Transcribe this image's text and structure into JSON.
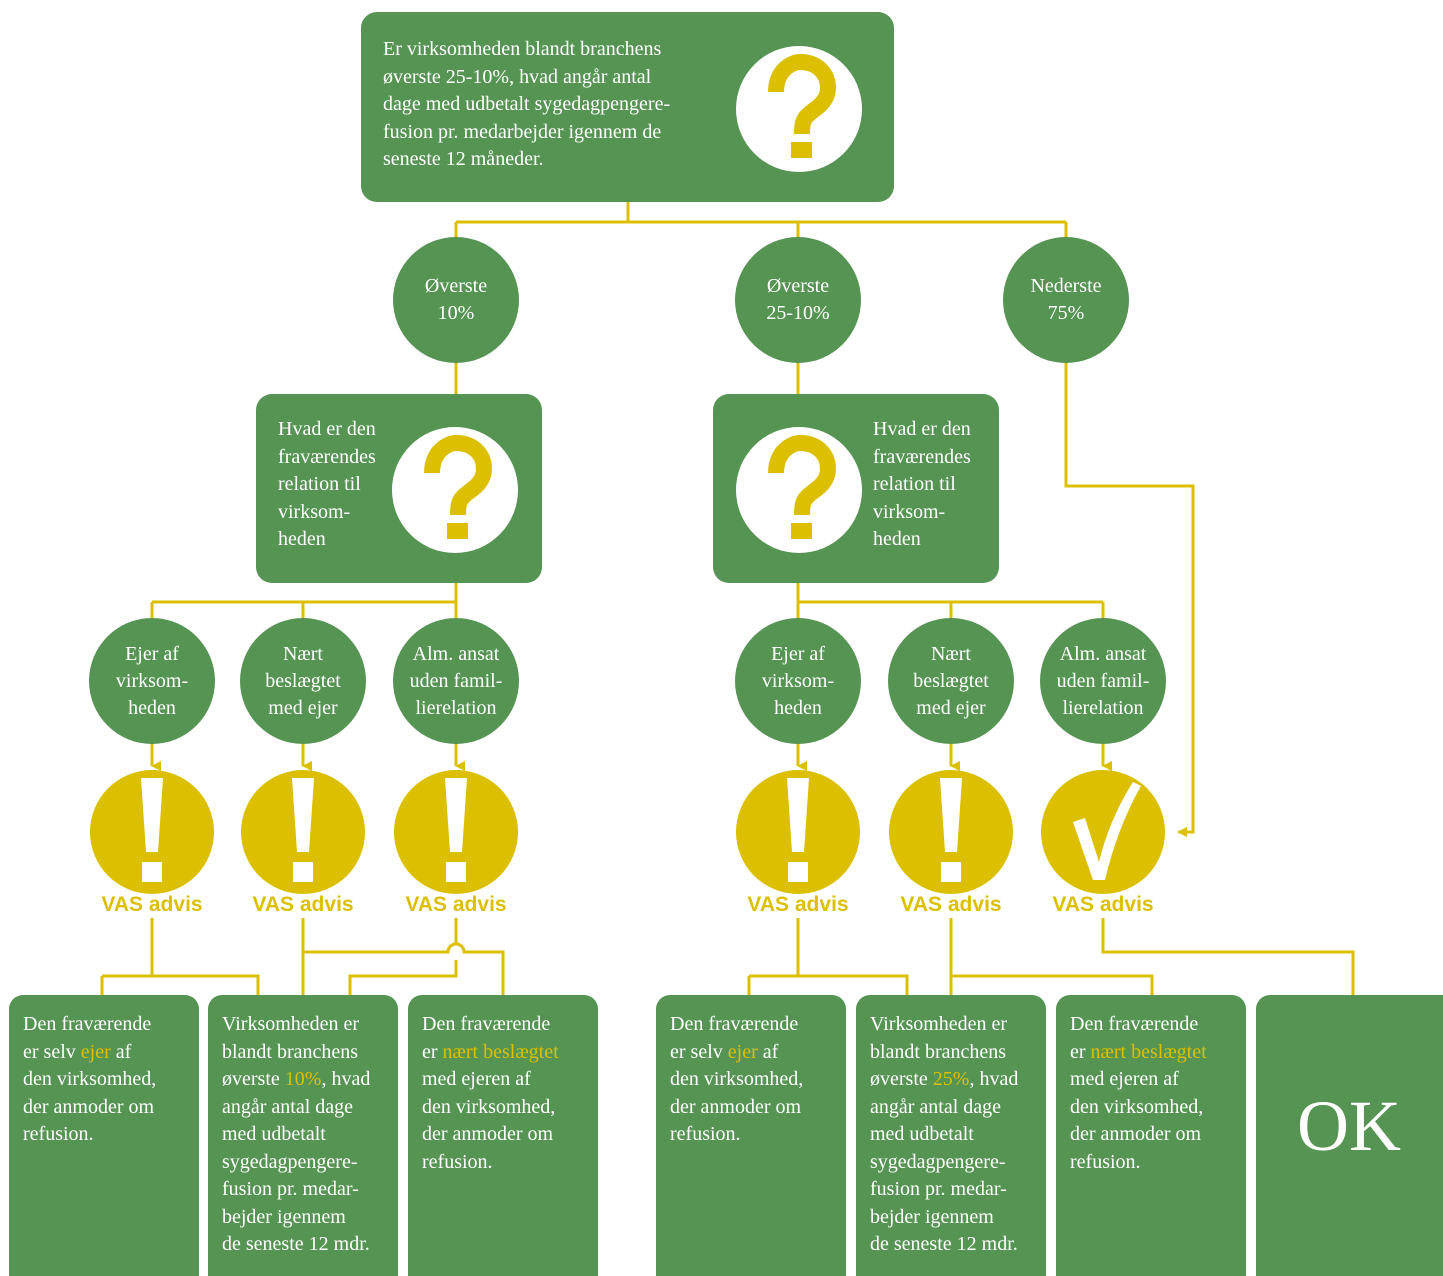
{
  "colors": {
    "green": "#569453",
    "yellow": "#dcbf00",
    "white": "#ffffff"
  },
  "top_question": {
    "lines": [
      "Er virksomheden blandt branchens",
      "øverste 25-10%, hvad angår antal",
      "dage med udbetalt sygedagpengere-",
      "fusion pr. medarbejder igennem de",
      "seneste 12 måneder."
    ],
    "icon": "question-mark-icon"
  },
  "tiers": [
    {
      "line1": "Øverste",
      "line2": "10%"
    },
    {
      "line1": "Øverste",
      "line2": "25-10%"
    },
    {
      "line1": "Nederste",
      "line2": "75%"
    }
  ],
  "relation_question": {
    "lines": [
      "Hvad er den",
      "fraværendes",
      "relation til",
      "virksom-",
      "heden"
    ],
    "icon": "question-mark-icon"
  },
  "relations": [
    {
      "text": "Ejer af\nvirksom-\nheden"
    },
    {
      "text": "Nært\nbeslægtet\nmed ejer"
    },
    {
      "text": "Alm. ansat\nuden famil-\nlierelation"
    }
  ],
  "alerts": {
    "label": "VAS advis",
    "icons": [
      "exclamation-icon",
      "exclamation-icon",
      "exclamation-icon",
      "exclamation-icon",
      "exclamation-icon",
      "checkmark-icon"
    ]
  },
  "results": {
    "owner": {
      "before": "Den fraværende\ner selv ",
      "highlight": "ejer",
      "after": " af\nden virksomhed,\nder anmoder om\nrefusion."
    },
    "top10": {
      "before": "Virksomheden er\nblandt branchens\nøverste ",
      "highlight": "10%",
      "after": ", hvad\nangår antal dage\nmed udbetalt\nsygedagpengere-\nfusion pr. medar-\nbejder igennem\nde seneste 12 mdr."
    },
    "related": {
      "before": "Den fraværende\ner ",
      "highlight": "nært beslægtet",
      "after": "\nmed ejeren af\nden virksomhed,\nder anmoder om\nrefusion."
    },
    "top25": {
      "before": "Virksomheden er\nblandt branchens\nøverste ",
      "highlight": "25%",
      "after": ", hvad\nangår antal dage\nmed udbetalt\nsygedagpengere-\nfusion pr. medar-\nbejder igennem\nde seneste 12 mdr."
    },
    "ok_label": "OK"
  }
}
